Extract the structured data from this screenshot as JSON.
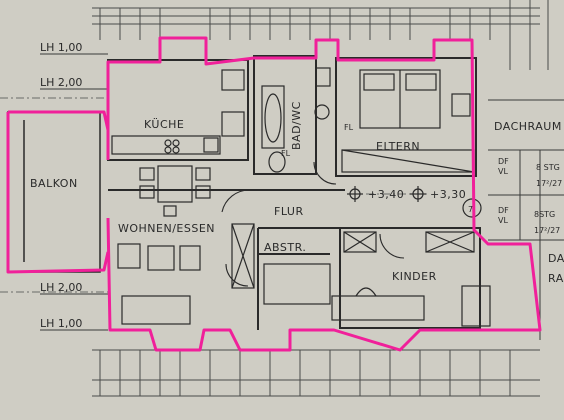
{
  "rooms": {
    "kueche": "KÜCHE",
    "bad": "BAD/WC",
    "eltern": "ELTERN",
    "dachraum": "DACHRAUM",
    "balkon": "BALKON",
    "wohnen": "WOHNEN/ESSEN",
    "flur": "FLUR",
    "abstr": "ABSTR.",
    "kinder": "KINDER"
  },
  "heights": {
    "lh_top_1": "LH 1,00",
    "lh_top_2": "LH 2,00",
    "lh_bot_2": "LH 2,00",
    "lh_bot_1": "LH 1,00"
  },
  "levels": {
    "level_1": "+3,40",
    "level_2": "+3,30"
  },
  "fixture_labels": {
    "fl_bad": "FL",
    "fl_eltern": "FL"
  },
  "markers": {
    "circle_number": "7"
  },
  "stair_notes": {
    "df_vl_1_a": "DF",
    "df_vl_1_b": "VL",
    "stg_1": "8 STG",
    "stg_1_size": "17²/27",
    "df_vl_2_a": "DF",
    "df_vl_2_b": "VL",
    "stg_2": "8STG",
    "stg_2_size": "17²/27"
  },
  "edge_text": {
    "da": "DA",
    "ra": "RA"
  },
  "highlight_color": "#f0209a",
  "line_color": "#2a2a2a"
}
